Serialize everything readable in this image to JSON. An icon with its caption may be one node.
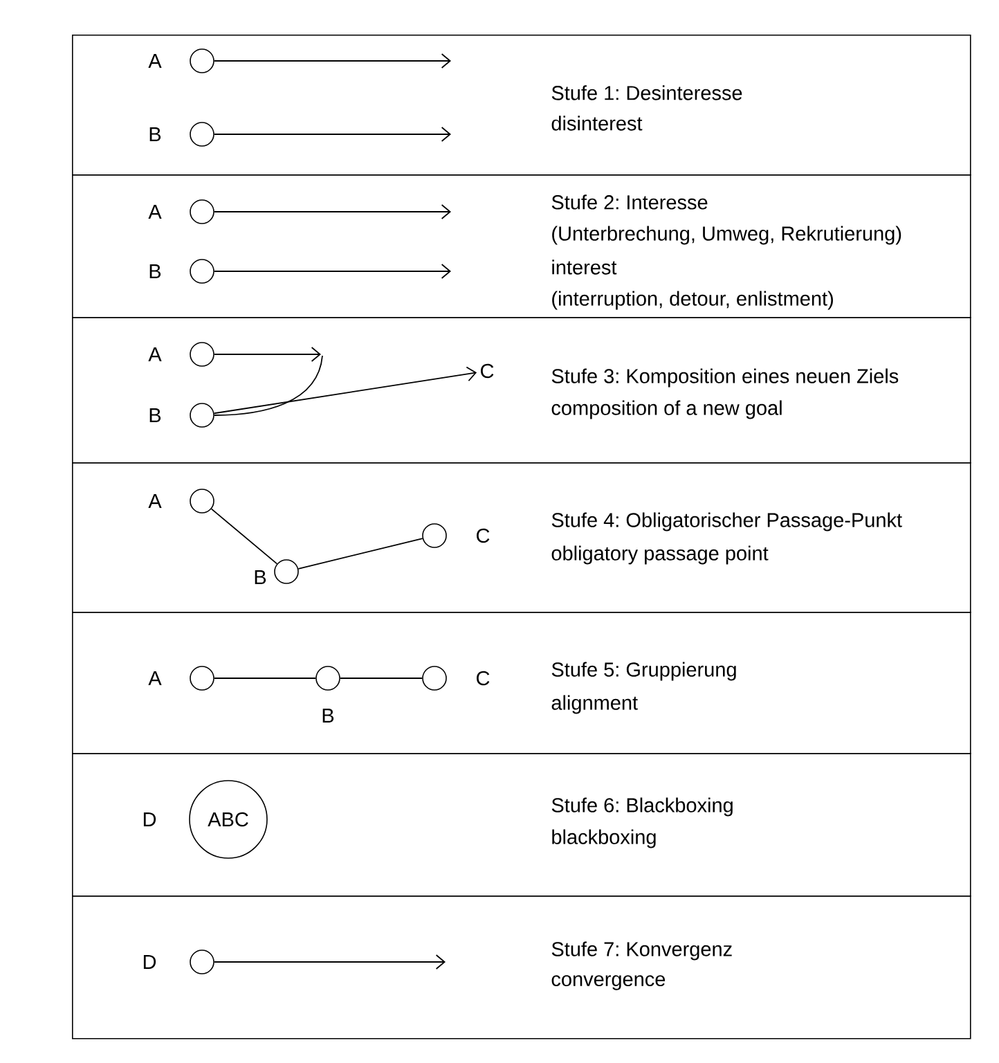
{
  "diagram": {
    "nodes": [
      {
        "text": [
          "Stufe 1: Desinteresse",
          "disinterest"
        ]
      },
      {
        "text": [],
        "shape": "circle",
        "beside": [
          "A"
        ],
        "in": 0
      },
      {
        "text": [],
        "shape": "circle",
        "beside": [
          "B"
        ],
        "in": 0
      },
      {
        "text": [
          "Stufe 2: Interesse",
          "(Unterbrechung, Umweg, Rekrutierung)",
          "interest",
          "(interruption, detour, enlistment)"
        ]
      },
      {
        "text": [],
        "shape": "circle",
        "beside": [
          "A"
        ],
        "in": 3
      },
      {
        "text": [],
        "shape": "circle",
        "beside": [
          "B"
        ],
        "in": 3
      },
      {
        "text": [
          "Stufe 3: Komposition eines neuen Ziels",
          "composition of a new goal"
        ]
      },
      {
        "text": [],
        "shape": "circle",
        "beside": [
          "A"
        ],
        "in": 6
      },
      {
        "text": [],
        "shape": "circle",
        "beside": [
          "B"
        ],
        "in": 6
      },
      {
        "text": [
          "C"
        ],
        "in": 6
      },
      {
        "text": [
          "Stufe 4: Obligatorischer Passage-Punkt",
          "obligatory passage point"
        ]
      },
      {
        "text": [],
        "shape": "circle",
        "beside": [
          "A"
        ],
        "in": 10
      },
      {
        "text": [],
        "shape": "circle",
        "beside": [
          "B"
        ],
        "in": 10
      },
      {
        "text": [],
        "shape": "circle",
        "beside": [
          "C"
        ],
        "in": 10
      },
      {
        "text": [
          "Stufe 5: Gruppierung",
          "alignment"
        ]
      },
      {
        "text": [],
        "shape": "circle",
        "beside": [
          "A"
        ],
        "in": 14
      },
      {
        "text": [],
        "shape": "circle",
        "beside": [
          "B"
        ],
        "in": 14
      },
      {
        "text": [],
        "shape": "circle",
        "beside": [
          "C"
        ],
        "in": 14
      },
      {
        "text": [
          "Stufe 6: Blackboxing",
          "blackboxing"
        ]
      },
      {
        "text": [
          "ABC"
        ],
        "beside": [
          "D"
        ],
        "in": 18
      },
      {
        "text": [
          "Stufe 7: Konvergenz",
          "convergence"
        ]
      },
      {
        "text": [],
        "shape": "circle",
        "beside": [
          "D"
        ],
        "in": 20
      }
    ],
    "edges": [
      {
        "from": 1,
        "to": null,
        "arrow": "to"
      },
      {
        "from": 2,
        "to": null,
        "arrow": "to"
      },
      {
        "from": 4,
        "to": null,
        "arrow": "to"
      },
      {
        "from": 5,
        "to": null,
        "arrow": "to"
      },
      {
        "from": 7,
        "to": null,
        "arrow": "to"
      },
      {
        "from": 8,
        "to": null,
        "arrow": "none"
      },
      {
        "from": 8,
        "to": 9,
        "arrow": "to"
      },
      {
        "from": 11,
        "to": 12,
        "arrow": "none"
      },
      {
        "from": 12,
        "to": 13,
        "arrow": "none"
      },
      {
        "from": 15,
        "to": 16,
        "arrow": "none"
      },
      {
        "from": 16,
        "to": 17,
        "arrow": "none"
      },
      {
        "from": 21,
        "to": null,
        "arrow": "to"
      }
    ]
  }
}
